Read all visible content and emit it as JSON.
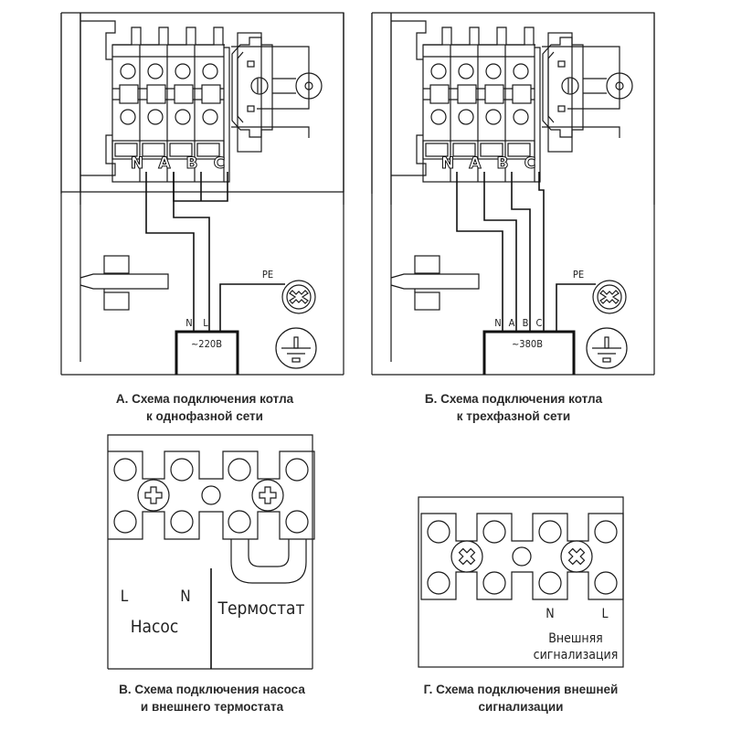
{
  "diagrams": [
    {
      "id": "A",
      "caption_line1": "А. Схема подключения котла",
      "caption_line2": "к однофазной сети",
      "terminal_labels": [
        "N",
        "A",
        "B",
        "C"
      ],
      "wire_labels": [
        "N",
        "L"
      ],
      "pe_label": "PE",
      "supply_label": "~220В",
      "icons": [
        "terminal-block-icon",
        "din-rail-clip-icon",
        "cable-clamp-icon",
        "pe-screw-icon",
        "ground-symbol-icon"
      ]
    },
    {
      "id": "B",
      "caption_line1": "Б. Схема подключения котла",
      "caption_line2": "к трехфазной сети",
      "terminal_labels": [
        "N",
        "A",
        "B",
        "C"
      ],
      "wire_labels": [
        "N",
        "A",
        "B",
        "C"
      ],
      "pe_label": "PE",
      "supply_label": "~380В",
      "icons": [
        "terminal-block-icon",
        "din-rail-clip-icon",
        "cable-clamp-icon",
        "pe-screw-icon",
        "ground-symbol-icon"
      ]
    },
    {
      "id": "V",
      "caption_line1": "В. Схема подключения насоса",
      "caption_line2": "и внешнего термостата",
      "pump_labels": [
        "L",
        "N"
      ],
      "pump_title": "Насос",
      "thermostat_title": "Термостат",
      "icons": [
        "terminal-strip-icon",
        "jumper-icon"
      ]
    },
    {
      "id": "G",
      "caption_line1": "Г. Схема подключения внешней",
      "caption_line2": "сигнализации",
      "terminal_labels": [
        "N",
        "L"
      ],
      "title_line1": "Внешняя",
      "title_line2": "сигнализация",
      "icons": [
        "terminal-strip-icon"
      ]
    }
  ]
}
